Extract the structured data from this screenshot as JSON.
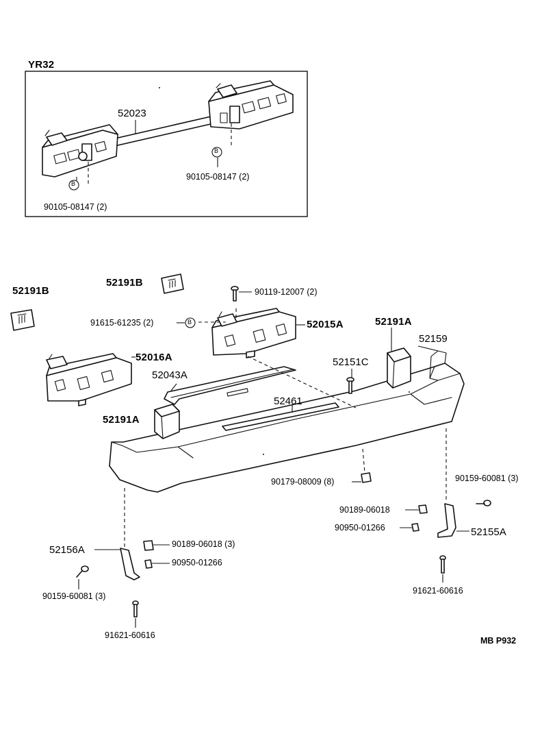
{
  "inset": {
    "title": "YR32",
    "labels": {
      "reinforcement": "52023",
      "bolt_right": "90105-08147 (2)",
      "bolt_left": "90105-08147 (2)"
    },
    "markers": {
      "b_right": "B",
      "b_left": "B"
    }
  },
  "labels": {
    "pad_top_left": "52191B",
    "pad_top_center": "52191B",
    "screw_top": "90119-12007 (2)",
    "clip_b": "91615-61235 (2)",
    "clip_b_marker": "B",
    "bracket_right": "52015A",
    "bracket_left": "52016A",
    "pad_right": "52191A",
    "bumper_cover": "52159",
    "retainer": "52151C",
    "absorber": "52043A",
    "molding": "52461",
    "pad_left": "52191A",
    "clip_bottom": "90179-08009 (8)",
    "screw_right": "90159-60081 (3)",
    "nut_right": "90189-06018",
    "washer_right": "90950-01266",
    "side_support_right": "52155A",
    "bolt_right": "91621-60616",
    "side_support_left": "52156A",
    "nut_left": "90189-06018 (3)",
    "washer_left": "90950-01266",
    "screw_left": "90159-60081 (3)",
    "bolt_left": "91621-60616"
  },
  "footer": {
    "code": "MB  P932"
  },
  "icons": [
    "bumper-cover-drawing",
    "bracket-drawing",
    "screw-icon",
    "clip-icon",
    "nut-icon",
    "pad-icon"
  ]
}
